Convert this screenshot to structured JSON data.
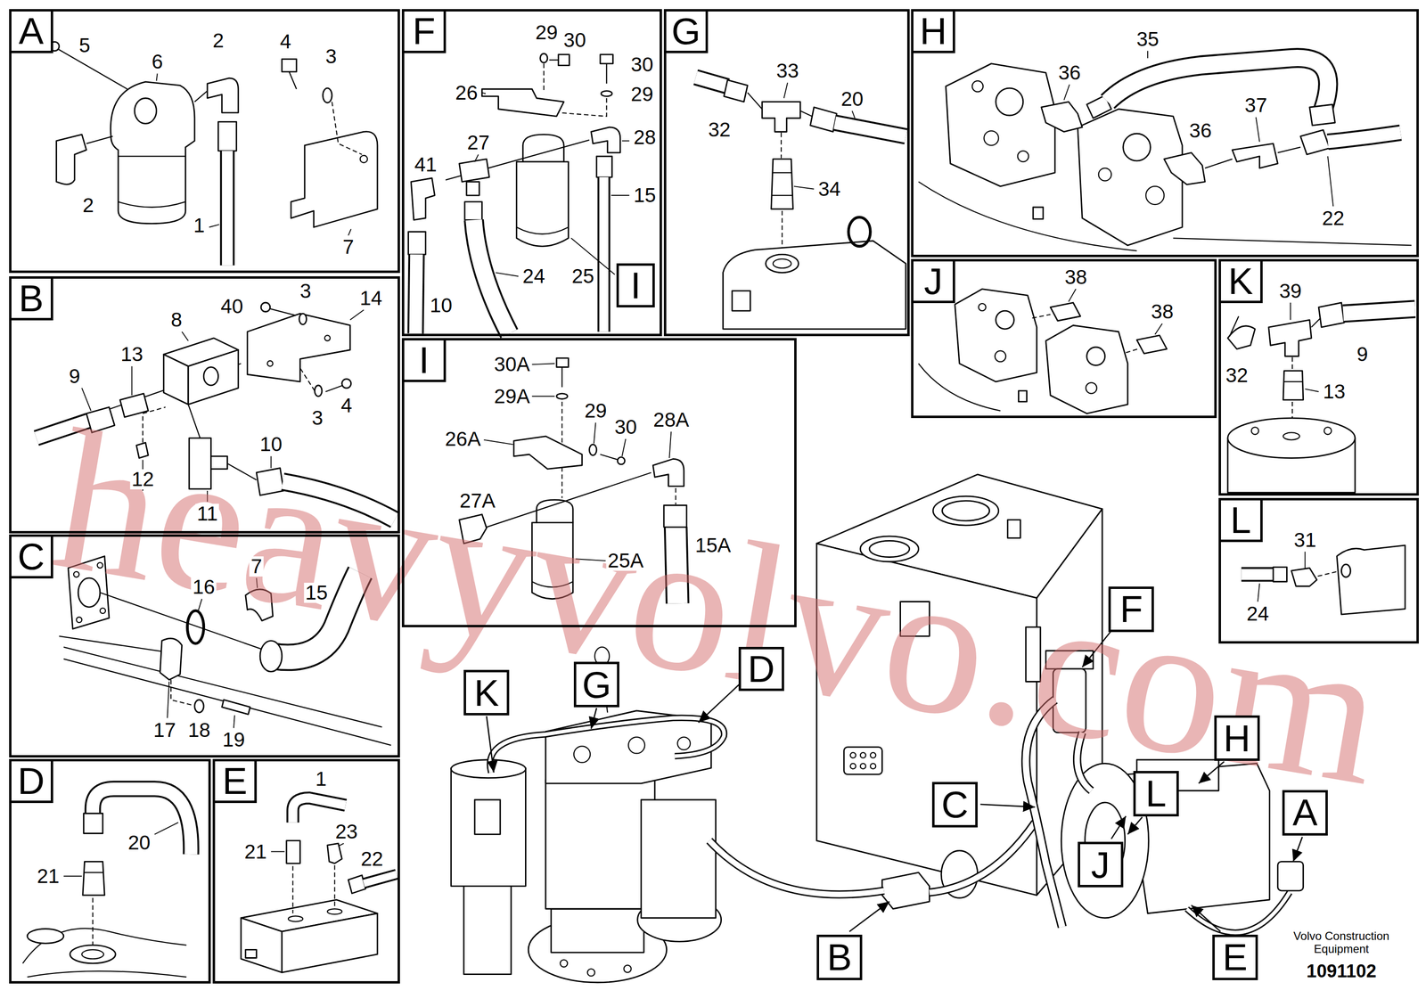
{
  "diagram": {
    "nodes": [
      {
        "text": [
          "A"
        ]
      },
      {
        "text": [
          "F"
        ]
      },
      {
        "text": [
          "I"
        ],
        "in": 1
      },
      {
        "text": [
          "G"
        ]
      },
      {
        "text": [
          "H"
        ]
      },
      {
        "text": [
          "B"
        ]
      },
      {
        "text": [
          "J"
        ]
      },
      {
        "text": [
          "K"
        ]
      },
      {
        "text": [
          "I"
        ]
      },
      {
        "text": [
          "C"
        ]
      },
      {
        "text": [
          "L"
        ]
      },
      {
        "text": [
          "D"
        ]
      },
      {
        "text": [
          "E"
        ]
      },
      {
        "text": [
          "F"
        ]
      },
      {
        "text": [
          "D"
        ]
      },
      {
        "text": [
          "G"
        ]
      },
      {
        "text": [
          "K"
        ]
      },
      {
        "text": [
          "H"
        ]
      },
      {
        "text": [
          "L"
        ]
      },
      {
        "text": [
          "C"
        ]
      },
      {
        "text": [
          "A"
        ]
      },
      {
        "text": [
          "J"
        ]
      },
      {
        "text": [
          "B"
        ]
      },
      {
        "text": [
          "E"
        ]
      }
    ],
    "labels": [
      "5",
      "6",
      "2",
      "4",
      "3",
      "2",
      "1",
      "7",
      "8",
      "40",
      "3",
      "14",
      "13",
      "9",
      "3",
      "4",
      "12",
      "10",
      "11",
      "16",
      "7",
      "15",
      "17",
      "18",
      "19",
      "20",
      "21",
      "1",
      "23",
      "21",
      "22",
      "29",
      "30",
      "30",
      "26",
      "29",
      "27",
      "28",
      "41",
      "15",
      "24",
      "25",
      "10",
      "33",
      "20",
      "32",
      "34",
      "35",
      "36",
      "37",
      "36",
      "22",
      "38",
      "38",
      "39",
      "9",
      "32",
      "13",
      "31",
      "24",
      "30A",
      "29A",
      "29",
      "28A",
      "26A",
      "30",
      "27A",
      "25A",
      "15A",
      "heavyvolvo.com",
      "Volvo Construction Equipment",
      "1091102"
    ]
  }
}
